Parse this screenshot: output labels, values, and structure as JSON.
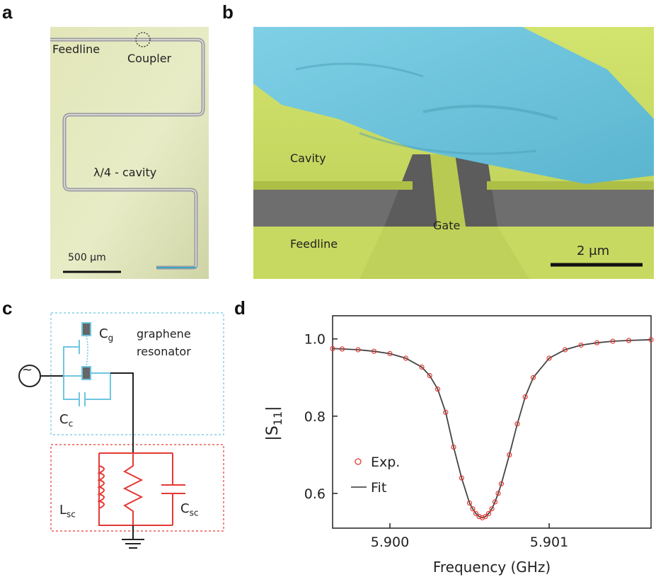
{
  "panels": {
    "a": {
      "letter": "a",
      "label_feedline": "Feedline",
      "label_coupler": "Coupler",
      "label_cavity": "λ/4 - cavity",
      "scalebar": "500 μm"
    },
    "b": {
      "letter": "b",
      "label_cavity": "Cavity",
      "label_gate": "Gate",
      "label_feedline": "Feedline",
      "scalebar": "2 μm"
    },
    "c": {
      "letter": "c",
      "source_symbol": "~",
      "cg_main": "C",
      "cg_sub": "g",
      "cc_main": "C",
      "cc_sub": "c",
      "lsc_main": "L",
      "lsc_sub": "sc",
      "csc_main": "C",
      "csc_sub": "sc",
      "graphene_line1": "graphene",
      "graphene_line2": "resonator"
    },
    "d": {
      "letter": "d"
    }
  },
  "colors": {
    "graphene_blue": "#6ec6e0",
    "superconductor_red": "#e43a34",
    "gold_green": "#cfe06a",
    "fit_gray": "#555555"
  },
  "chart_data": {
    "type": "scatter",
    "xlabel": "Frequency (GHz)",
    "ylabel_main": "|S",
    "ylabel_sub": "11",
    "ylabel_end": "|",
    "xlim": [
      5.89964,
      5.90164
    ],
    "ylim": [
      0.51,
      1.06
    ],
    "xticks": [
      5.9,
      5.901
    ],
    "xtick_labels": [
      "5.900",
      "5.901"
    ],
    "yticks": [
      0.6,
      0.8,
      1.0
    ],
    "ytick_labels": [
      "0.6",
      "0.8",
      "1.0"
    ],
    "legend_placement": "lower-left",
    "grid": false,
    "series": [
      {
        "name": "Exp.",
        "style": "open-circle",
        "x": [
          5.89964,
          5.8997,
          5.8998,
          5.8999,
          5.9,
          5.9001,
          5.9002,
          5.90025,
          5.9003,
          5.90035,
          5.9004,
          5.90045,
          5.9005,
          5.90052,
          5.90054,
          5.90056,
          5.90058,
          5.9006,
          5.90062,
          5.90064,
          5.90066,
          5.90068,
          5.9007,
          5.90075,
          5.9008,
          5.90085,
          5.9009,
          5.901,
          5.9011,
          5.9012,
          5.9013,
          5.9014,
          5.9015,
          5.90164
        ],
        "y": [
          0.975,
          0.974,
          0.972,
          0.968,
          0.962,
          0.95,
          0.927,
          0.905,
          0.87,
          0.81,
          0.72,
          0.64,
          0.575,
          0.56,
          0.548,
          0.54,
          0.537,
          0.54,
          0.548,
          0.56,
          0.578,
          0.6,
          0.625,
          0.7,
          0.78,
          0.85,
          0.9,
          0.95,
          0.972,
          0.984,
          0.99,
          0.994,
          0.996,
          0.998
        ]
      },
      {
        "name": "Fit",
        "style": "line",
        "x": [
          5.89964,
          5.8997,
          5.8998,
          5.8999,
          5.9,
          5.9001,
          5.9002,
          5.90025,
          5.9003,
          5.90035,
          5.9004,
          5.90045,
          5.9005,
          5.90052,
          5.90054,
          5.90056,
          5.90058,
          5.9006,
          5.90062,
          5.90064,
          5.90066,
          5.90068,
          5.9007,
          5.90075,
          5.9008,
          5.90085,
          5.9009,
          5.901,
          5.9011,
          5.9012,
          5.9013,
          5.9014,
          5.9015,
          5.90164
        ],
        "y": [
          0.975,
          0.974,
          0.972,
          0.968,
          0.962,
          0.95,
          0.927,
          0.905,
          0.87,
          0.81,
          0.72,
          0.64,
          0.575,
          0.56,
          0.548,
          0.54,
          0.537,
          0.54,
          0.548,
          0.56,
          0.578,
          0.6,
          0.625,
          0.7,
          0.78,
          0.85,
          0.9,
          0.95,
          0.972,
          0.984,
          0.99,
          0.994,
          0.996,
          0.998
        ]
      }
    ]
  }
}
